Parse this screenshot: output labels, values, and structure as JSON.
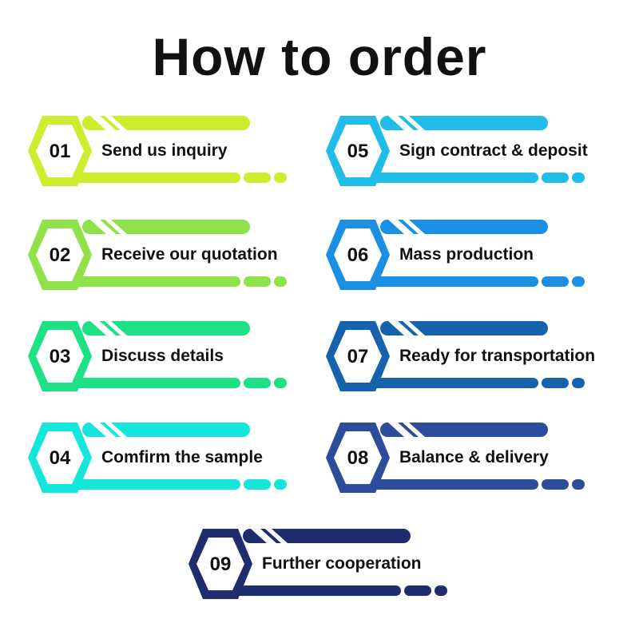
{
  "title": "How to order",
  "steps": [
    {
      "num": "01",
      "label": "Send us inquiry",
      "color": "#cdee2e"
    },
    {
      "num": "02",
      "label": "Receive our quotation",
      "color": "#8fe24a"
    },
    {
      "num": "03",
      "label": "Discuss details",
      "color": "#1ee085"
    },
    {
      "num": "04",
      "label": "Comfirm the sample",
      "color": "#14e6dc"
    },
    {
      "num": "05",
      "label": "Sign contract & deposit",
      "color": "#1fbde8"
    },
    {
      "num": "06",
      "label": "Mass production",
      "color": "#1a8fe4"
    },
    {
      "num": "07",
      "label": "Ready for transportation",
      "color": "#1562ad"
    },
    {
      "num": "08",
      "label": "Balance & delivery",
      "color": "#2c4d9b"
    },
    {
      "num": "09",
      "label": "Further cooperation",
      "color": "#1f2d6f"
    }
  ]
}
